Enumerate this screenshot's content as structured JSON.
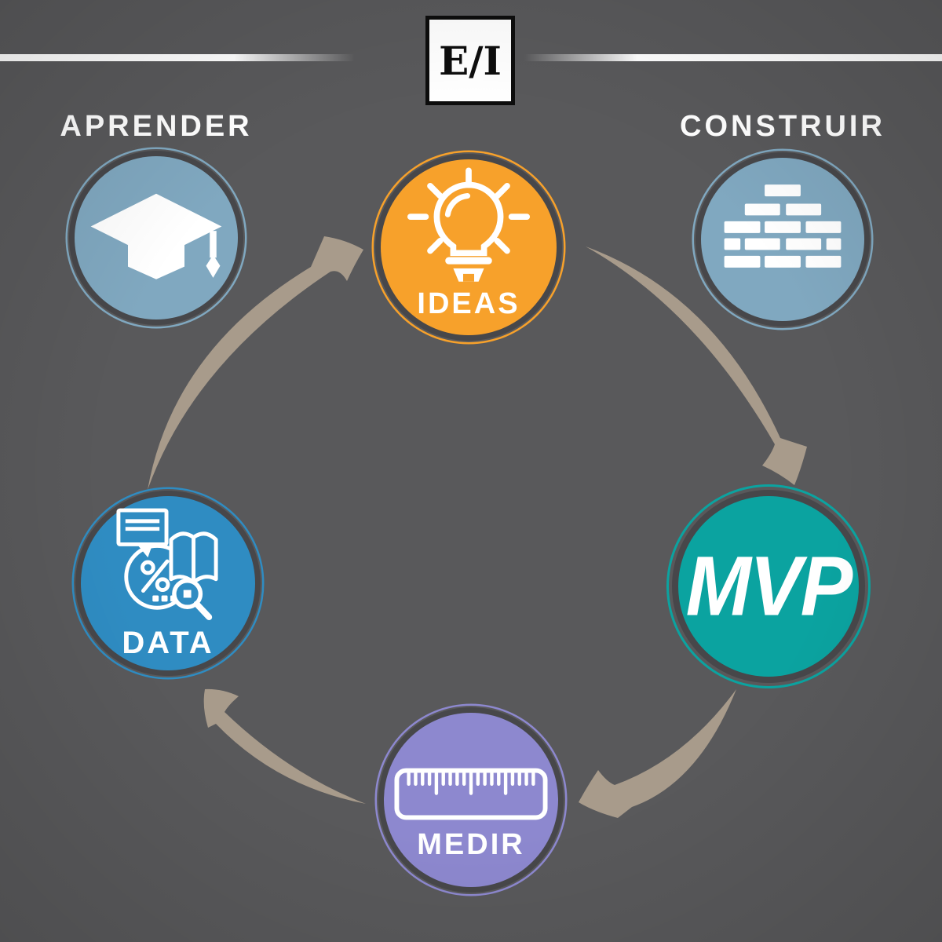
{
  "brand": {
    "logo_text": "E/I"
  },
  "headings": {
    "learn": "APRENDER",
    "build": "CONSTRUIR"
  },
  "nodes": {
    "aprender": {
      "icon": "graduation-cap-icon"
    },
    "construir": {
      "icon": "brick-wall-icon"
    },
    "ideas": {
      "label": "IDEAS",
      "icon": "lightbulb-icon"
    },
    "mvp": {
      "label": "MVP"
    },
    "medir": {
      "label": "MEDIR",
      "icon": "ruler-icon"
    },
    "data": {
      "label": "DATA",
      "icon": "analytics-icon"
    }
  },
  "arrows": [
    {
      "name": "arrow-data-to-ideas"
    },
    {
      "name": "arrow-ideas-to-mvp"
    },
    {
      "name": "arrow-mvp-to-medir"
    },
    {
      "name": "arrow-medir-to-data"
    }
  ],
  "colors": {
    "bg": "#59595B",
    "ring-dark": "#47474A",
    "line": "#FFFFFF",
    "arrow": "#A89B8B",
    "node-side": "#80A8C0",
    "node-ideas": "#F7A12B",
    "node-mvp": "#0BA3A0",
    "node-medir": "#8D88CF",
    "node-data": "#2F8CC2",
    "text": "#FFFFFF",
    "logo-ink": "#0D0D0D"
  }
}
